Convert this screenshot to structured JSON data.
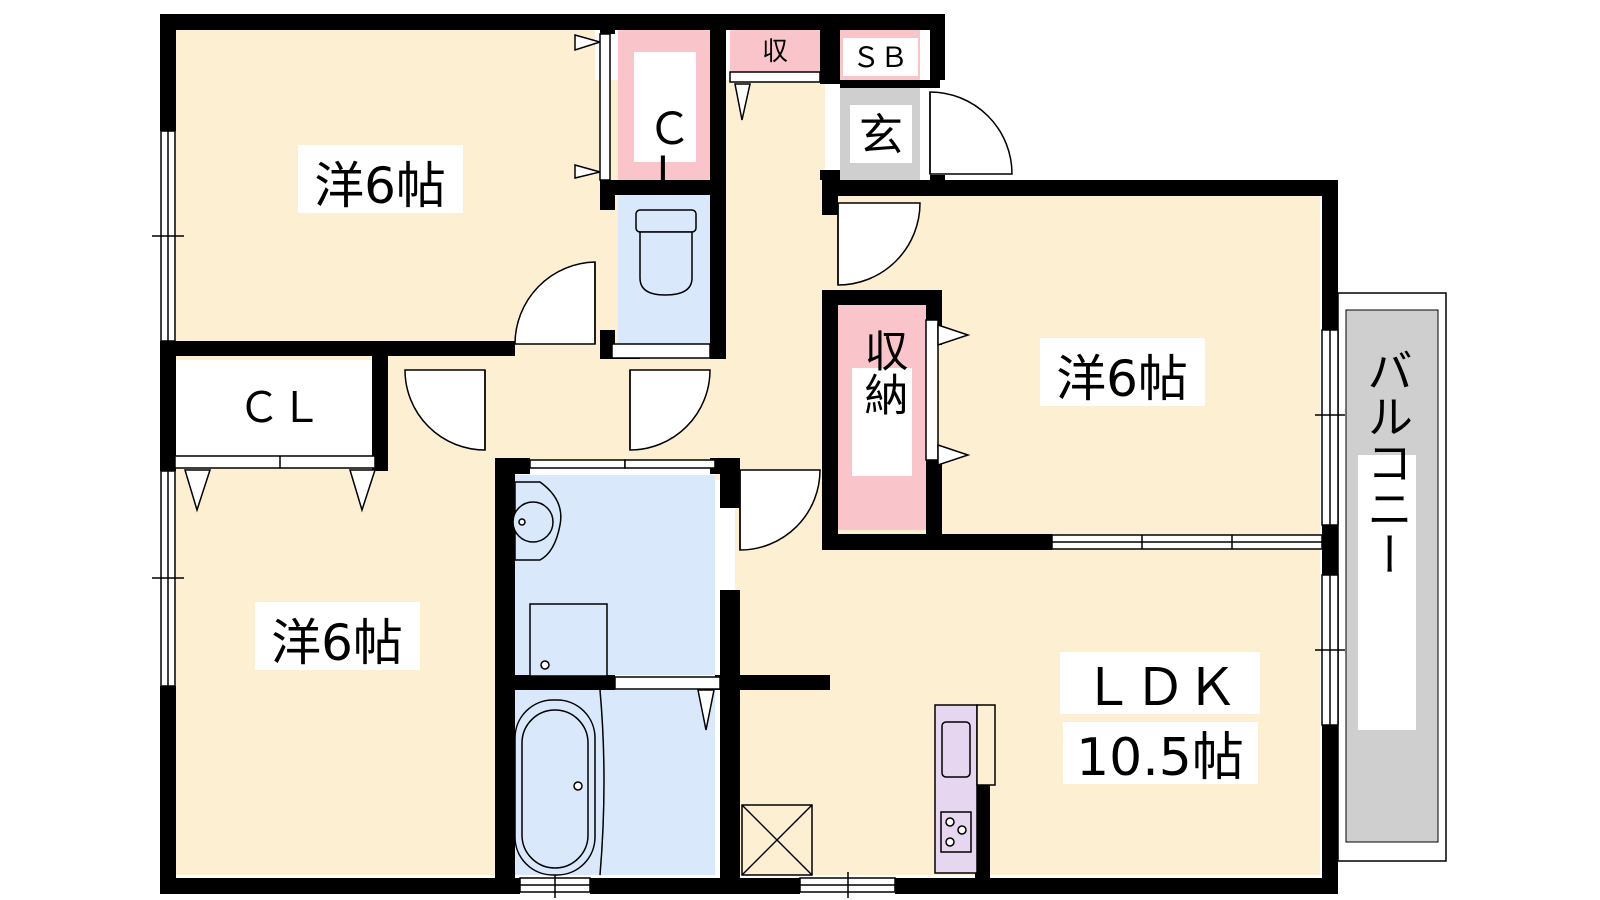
{
  "rooms": {
    "western1": "洋6帖",
    "western2": "洋6帖",
    "western3": "洋6帖",
    "closet_top": "ＣＬ",
    "closet_left": "ＣＬ",
    "storage_small": "収",
    "shoe_box": "ＳＢ",
    "entrance": "玄",
    "storage": "収納",
    "ldk": "ＬＤＫ",
    "ldk_size": "10.5帖",
    "balcony": "バルコニー"
  },
  "colors": {
    "wall": "#000000",
    "room_floor": "#fdf0d2",
    "closet": "#f9c5cb",
    "wet_area": "#d9e9fb",
    "entrance_floor": "#cfcfcf",
    "balcony": "#cfcfcf",
    "kitchen": "#e6d6ef"
  }
}
